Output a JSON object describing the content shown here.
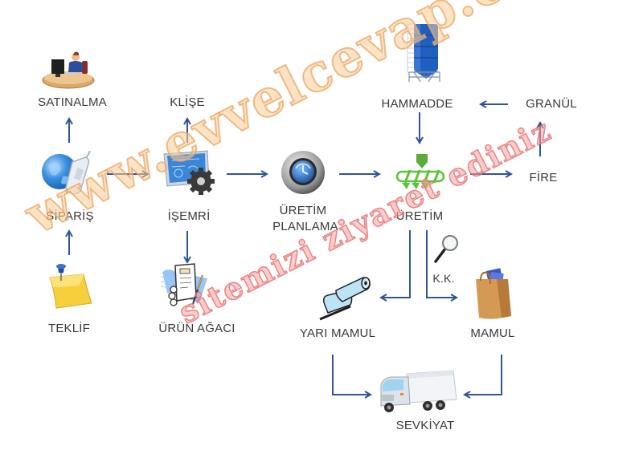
{
  "diagram": {
    "title": "Production process flow",
    "arrow_color": "#2f5597",
    "nodes": {
      "satinalma": {
        "label": "SATINALMA",
        "icon": "purchasing-person-desk-icon"
      },
      "klise": {
        "label": "KLİŞE"
      },
      "siparis": {
        "label": "SİPARİŞ",
        "icon": "globe-phone-icon"
      },
      "isemri": {
        "label": "İŞEMRİ",
        "icon": "blueprint-gear-icon"
      },
      "uretim_planlama": {
        "label_line1": "ÜRETİM",
        "label_line2": "PLANLAMA",
        "icon": "clock-dial-icon"
      },
      "hammadde": {
        "label": "HAMMADDE",
        "icon": "silo-icon"
      },
      "granul": {
        "label": "GRANÜL"
      },
      "uretim": {
        "label": "ÜRETİM",
        "icon": "extruder-screw-icon"
      },
      "fire": {
        "label": "FİRE"
      },
      "teklif": {
        "label": "TEKLİF",
        "icon": "sticky-note-pin-icon"
      },
      "urun_agaci": {
        "label": "ÜRÜN AĞACI",
        "icon": "document-hand-icon"
      },
      "kk": {
        "label": "K.K.",
        "icon": "magnifier-icon"
      },
      "yari_mamul": {
        "label": "YARI MAMUL",
        "icon": "film-roll-icon"
      },
      "mamul": {
        "label": "MAMUL",
        "icon": "shopping-bag-icon"
      },
      "sevkiyat": {
        "label": "SEVKİYAT",
        "icon": "truck-icon"
      }
    },
    "edges": [
      {
        "from": "SİPARİŞ",
        "to": "SATINALMA"
      },
      {
        "from": "İŞEMRİ",
        "to": "KLİŞE"
      },
      {
        "from": "SİPARİŞ",
        "to": "İŞEMRİ"
      },
      {
        "from": "TEKLİF",
        "to": "SİPARİŞ"
      },
      {
        "from": "İŞEMRİ",
        "to": "ÜRÜN AĞACI"
      },
      {
        "from": "İŞEMRİ",
        "to": "ÜRETİM PLANLAMA"
      },
      {
        "from": "ÜRETİM PLANLAMA",
        "to": "ÜRETİM"
      },
      {
        "from": "HAMMADDE",
        "to": "ÜRETİM"
      },
      {
        "from": "ÜRETİM",
        "to": "FİRE"
      },
      {
        "from": "FİRE",
        "to": "GRANÜL"
      },
      {
        "from": "GRANÜL",
        "to": "HAMMADDE"
      },
      {
        "from": "ÜRETİM",
        "to": "YARI MAMUL"
      },
      {
        "from": "ÜRETİM",
        "to": "MAMUL",
        "via": "K.K."
      },
      {
        "from": "YARI MAMUL",
        "to": "SEVKİYAT"
      },
      {
        "from": "MAMUL",
        "to": "SEVKİYAT"
      }
    ]
  },
  "watermark": {
    "line1": "www.evvelcevap.com",
    "line2": "sitemizi ziyaret ediniz"
  }
}
